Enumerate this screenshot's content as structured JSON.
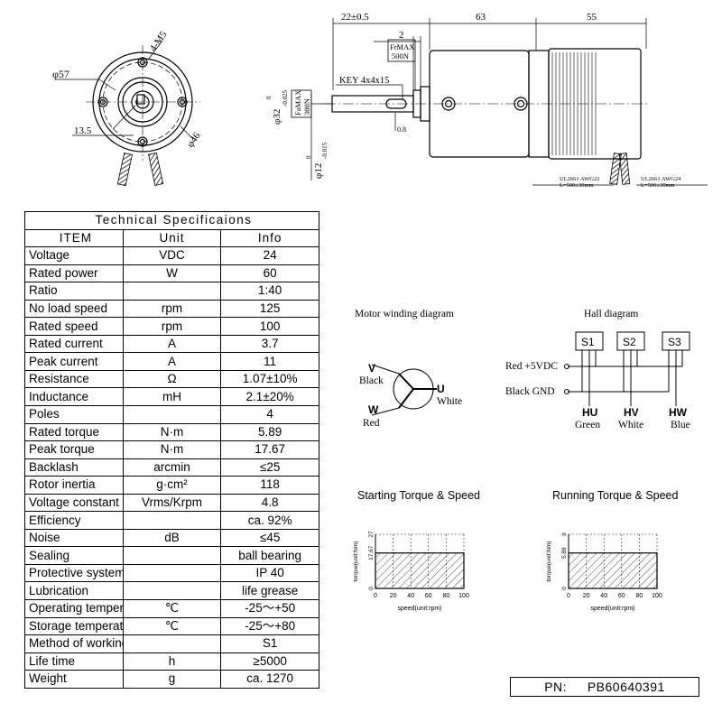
{
  "drawing": {
    "front_view": {
      "holes": "4-M5",
      "outer_dia": "φ57",
      "bolt_circle": "φ46",
      "offset": "13.5"
    },
    "side_view": {
      "dim_flange": "22±0.5",
      "dim_gearbox": "63",
      "dim_motor": "55",
      "dim_step": "2",
      "radial_load_label": "FrMAX",
      "radial_load_value": "500N",
      "axial_load_label": "FaMAX",
      "axial_load_value": "300N",
      "key": "KEY 4x4x15",
      "pilot_dia": "φ32",
      "pilot_tol_upper": "0",
      "pilot_tol_lower": "-0.025",
      "shaft_dia": "φ12",
      "shaft_tol_upper": "0",
      "shaft_tol_lower": "-0.015",
      "chamfer": "0.8",
      "cable1_spec": "UL2661 AWG22",
      "cable1_len": "L=500±30mm",
      "cable2_spec": "UL2661 AWG24",
      "cable2_len": "L=500±30mm"
    }
  },
  "specs": {
    "title": "Technical Specificaions",
    "headers": [
      "ITEM",
      "Unit",
      "Info"
    ],
    "rows": [
      {
        "item": "Voltage",
        "unit": "VDC",
        "info": "24"
      },
      {
        "item": "Rated power",
        "unit": "W",
        "info": "60"
      },
      {
        "item": "Ratio",
        "unit": "",
        "info": "1:40"
      },
      {
        "item": "No load speed",
        "unit": "rpm",
        "info": "125"
      },
      {
        "item": "Rated speed",
        "unit": "rpm",
        "info": "100"
      },
      {
        "item": "Rated current",
        "unit": "A",
        "info": "3.7"
      },
      {
        "item": "Peak current",
        "unit": "A",
        "info": "11"
      },
      {
        "item": "Resistance",
        "unit": "Ω",
        "info": "1.07±10%"
      },
      {
        "item": "Inductance",
        "unit": "mH",
        "info": "2.1±20%"
      },
      {
        "item": "Poles",
        "unit": "",
        "info": "4"
      },
      {
        "item": "Rated torque",
        "unit": "N·m",
        "info": "5.89"
      },
      {
        "item": "Peak torque",
        "unit": "N·m",
        "info": "17.67"
      },
      {
        "item": "Backlash",
        "unit": "arcmin",
        "info": "≤25"
      },
      {
        "item": "Rotor inertia",
        "unit": "g·cm²",
        "info": "118"
      },
      {
        "item": "Voltage constant",
        "unit": "Vrms/Krpm",
        "info": "4.8"
      },
      {
        "item": "Efficiency",
        "unit": "",
        "info": "ca. 92%"
      },
      {
        "item": "Noise",
        "unit": "dB",
        "info": "≤45"
      },
      {
        "item": "Sealing",
        "unit": "",
        "info": "ball bearing"
      },
      {
        "item": "Protective system",
        "unit": "",
        "info": "IP 40"
      },
      {
        "item": "Lubrication",
        "unit": "",
        "info": "life grease"
      },
      {
        "item": "Operating temperature",
        "unit": "℃",
        "info": "-25～+50"
      },
      {
        "item": "Storage temperature",
        "unit": "℃",
        "info": "-25～+80"
      },
      {
        "item": "Method of working",
        "unit": "",
        "info": "S1"
      },
      {
        "item": "Life time",
        "unit": "h",
        "info": "≥5000"
      },
      {
        "item": "Weight",
        "unit": "g",
        "info": "ca. 1270"
      }
    ]
  },
  "winding": {
    "title": "Motor winding diagram",
    "v_label": "V",
    "v_color": "Black",
    "u_label": "U",
    "u_color": "White",
    "w_label": "W",
    "w_color": "Red"
  },
  "hall": {
    "title": "Hall diagram",
    "sensors": [
      "S1",
      "S2",
      "S3"
    ],
    "red_label": "Red +5VDC",
    "black_label": "Black GND",
    "outputs": [
      {
        "name": "HU",
        "color": "Green"
      },
      {
        "name": "HV",
        "color": "White"
      },
      {
        "name": "HW",
        "color": "Blue"
      }
    ]
  },
  "chart_data": [
    {
      "type": "area",
      "title": "Starting Torque & Speed",
      "xlabel": "speed(unit:rpm)",
      "ylabel": "torque(unit:Nm)",
      "x_ticks": [
        0,
        20,
        40,
        60,
        80,
        100
      ],
      "y_ticks": [
        "0",
        "17.67",
        "27"
      ],
      "xlim": [
        0,
        100
      ],
      "ylim": [
        0,
        27
      ],
      "region": {
        "x": [
          0,
          100
        ],
        "y_max": 17.67
      },
      "grid": true
    },
    {
      "type": "area",
      "title": "Running Torque & Speed",
      "xlabel": "speed(unit:rpm)",
      "ylabel": "torque(unit:Nm)",
      "x_ticks": [
        0,
        20,
        40,
        60,
        80,
        100
      ],
      "y_ticks": [
        "0",
        "5.89",
        "9"
      ],
      "xlim": [
        0,
        100
      ],
      "ylim": [
        0,
        9
      ],
      "region": {
        "x": [
          0,
          100
        ],
        "y_max": 5.89
      },
      "grid": true
    }
  ],
  "part_number": {
    "label": "PN:",
    "value": "PB60640391"
  }
}
